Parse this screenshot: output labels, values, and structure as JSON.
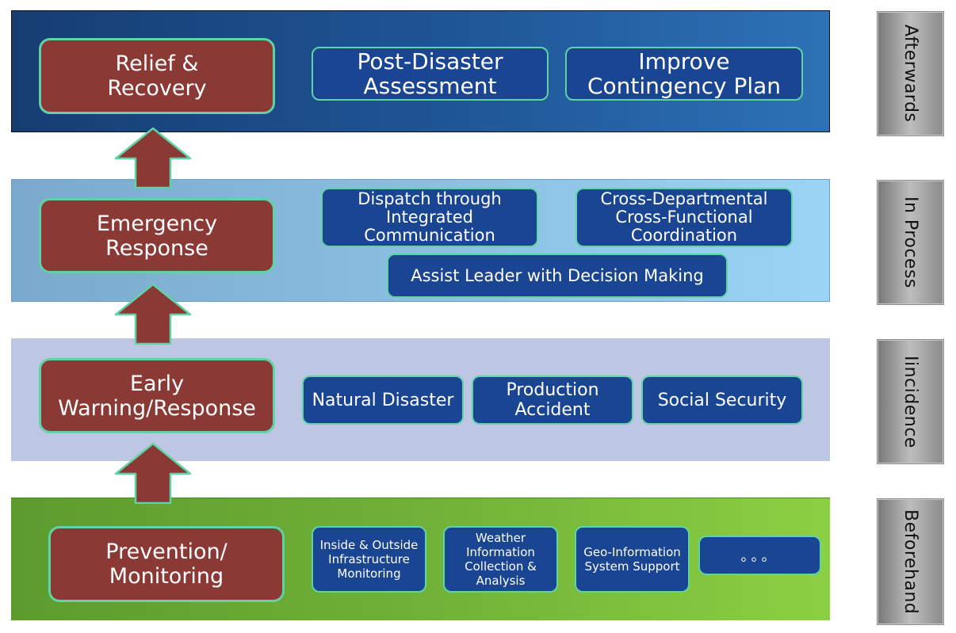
{
  "stages": {
    "relief": "Relief &\nRecovery",
    "emergency": "Emergency\nResponse",
    "early": "Early\nWarning/Response",
    "prevention": "Prevention/\nMonitoring"
  },
  "afterwards_items": [
    "Post-Disaster\nAssessment",
    "Improve\nContingency Plan"
  ],
  "in_process_items": [
    "Dispatch through\nIntegrated\nCommunication",
    "Cross-Departmental\nCross-Functional\nCoordination",
    "Assist Leader with Decision Making"
  ],
  "incidence_items": [
    "Natural Disaster",
    "Production\nAccident",
    "Social Security"
  ],
  "beforehand_items": [
    "Inside & Outside\nInfrastructure\nMonitoring",
    "Weather\nInformation\nCollection &\nAnalysis",
    "Geo-Information\nSystem Support",
    "。。。"
  ],
  "phases": [
    "Afterwards",
    "In Process",
    "Iincidence",
    "Beforehand"
  ],
  "colors": {
    "stage_fill": "#8a3935",
    "item_fill": "#1a4592",
    "outline": "#5fd3a6",
    "afterwards_band": "#1f5697",
    "in_process_band": "#8cc1e3",
    "incidence_band": "#bdc7e3",
    "beforehand_band": "#72b438",
    "phase_tab": "#a6a6a6"
  }
}
